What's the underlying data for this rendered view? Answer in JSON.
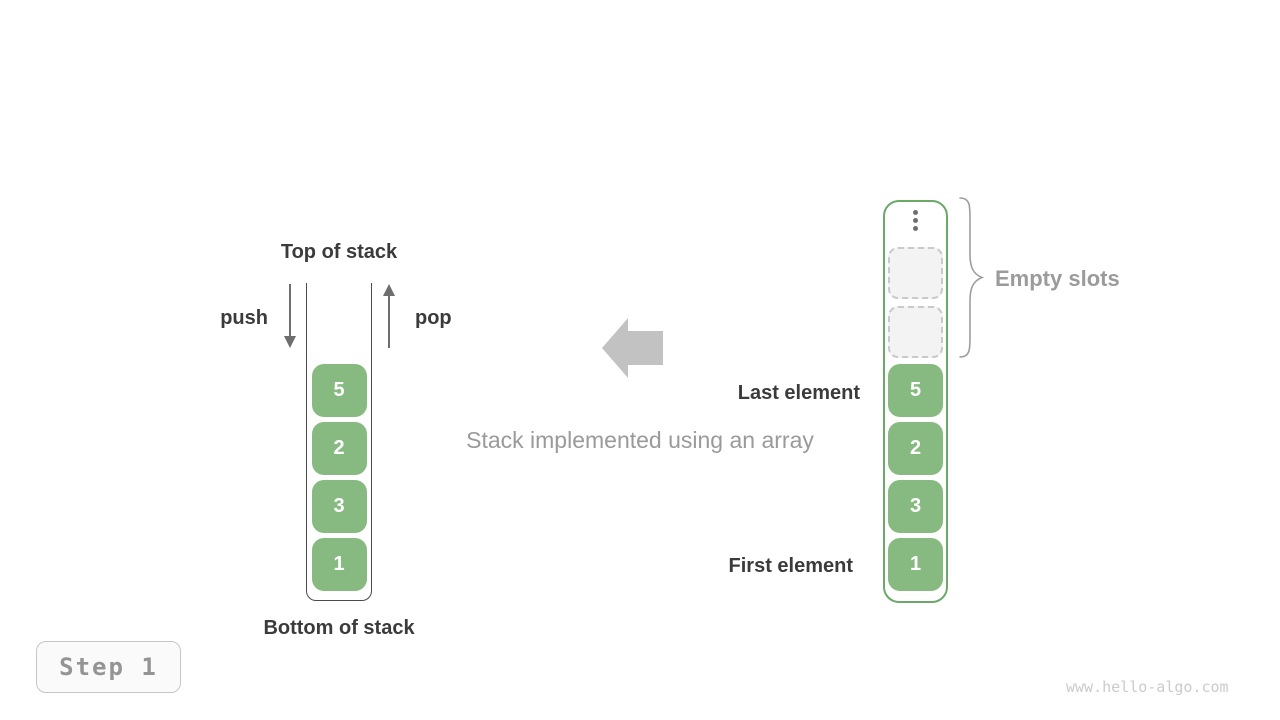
{
  "left_stack": {
    "title": "Top of stack",
    "push_label": "push",
    "pop_label": "pop",
    "bottom_label": "Bottom of stack",
    "elements": [
      "5",
      "2",
      "3",
      "1"
    ]
  },
  "center": {
    "caption": "Stack implemented using an array"
  },
  "right_array": {
    "empty_slots": [
      "",
      ""
    ],
    "elements": [
      "5",
      "2",
      "3",
      "1"
    ],
    "empty_slots_label": "Empty slots",
    "last_element_label": "Last element",
    "first_element_label": "First element"
  },
  "footer": {
    "step_label": "Step 1",
    "watermark": "www.hello-algo.com"
  },
  "icons": {
    "push_arrow": "down-arrow",
    "pop_arrow": "up-arrow",
    "direction_arrow": "left-arrow",
    "ellipsis": "vertical-ellipsis",
    "empty_slots_brace": "right-curly-brace"
  },
  "colors": {
    "element_green": "#87ba80",
    "array_border_green": "#6aa968",
    "stack_outline": "#4a4a4a",
    "empty_slot_bg": "#f3f3f3",
    "empty_slot_border": "#c9c9c9",
    "dark_text": "#3b3b3b",
    "gray_text": "#9a9a9a",
    "big_arrow_gray": "#c2c2c2",
    "small_arrow_gray": "#6e6e6e",
    "watermark_gray": "#cbcbcb"
  }
}
